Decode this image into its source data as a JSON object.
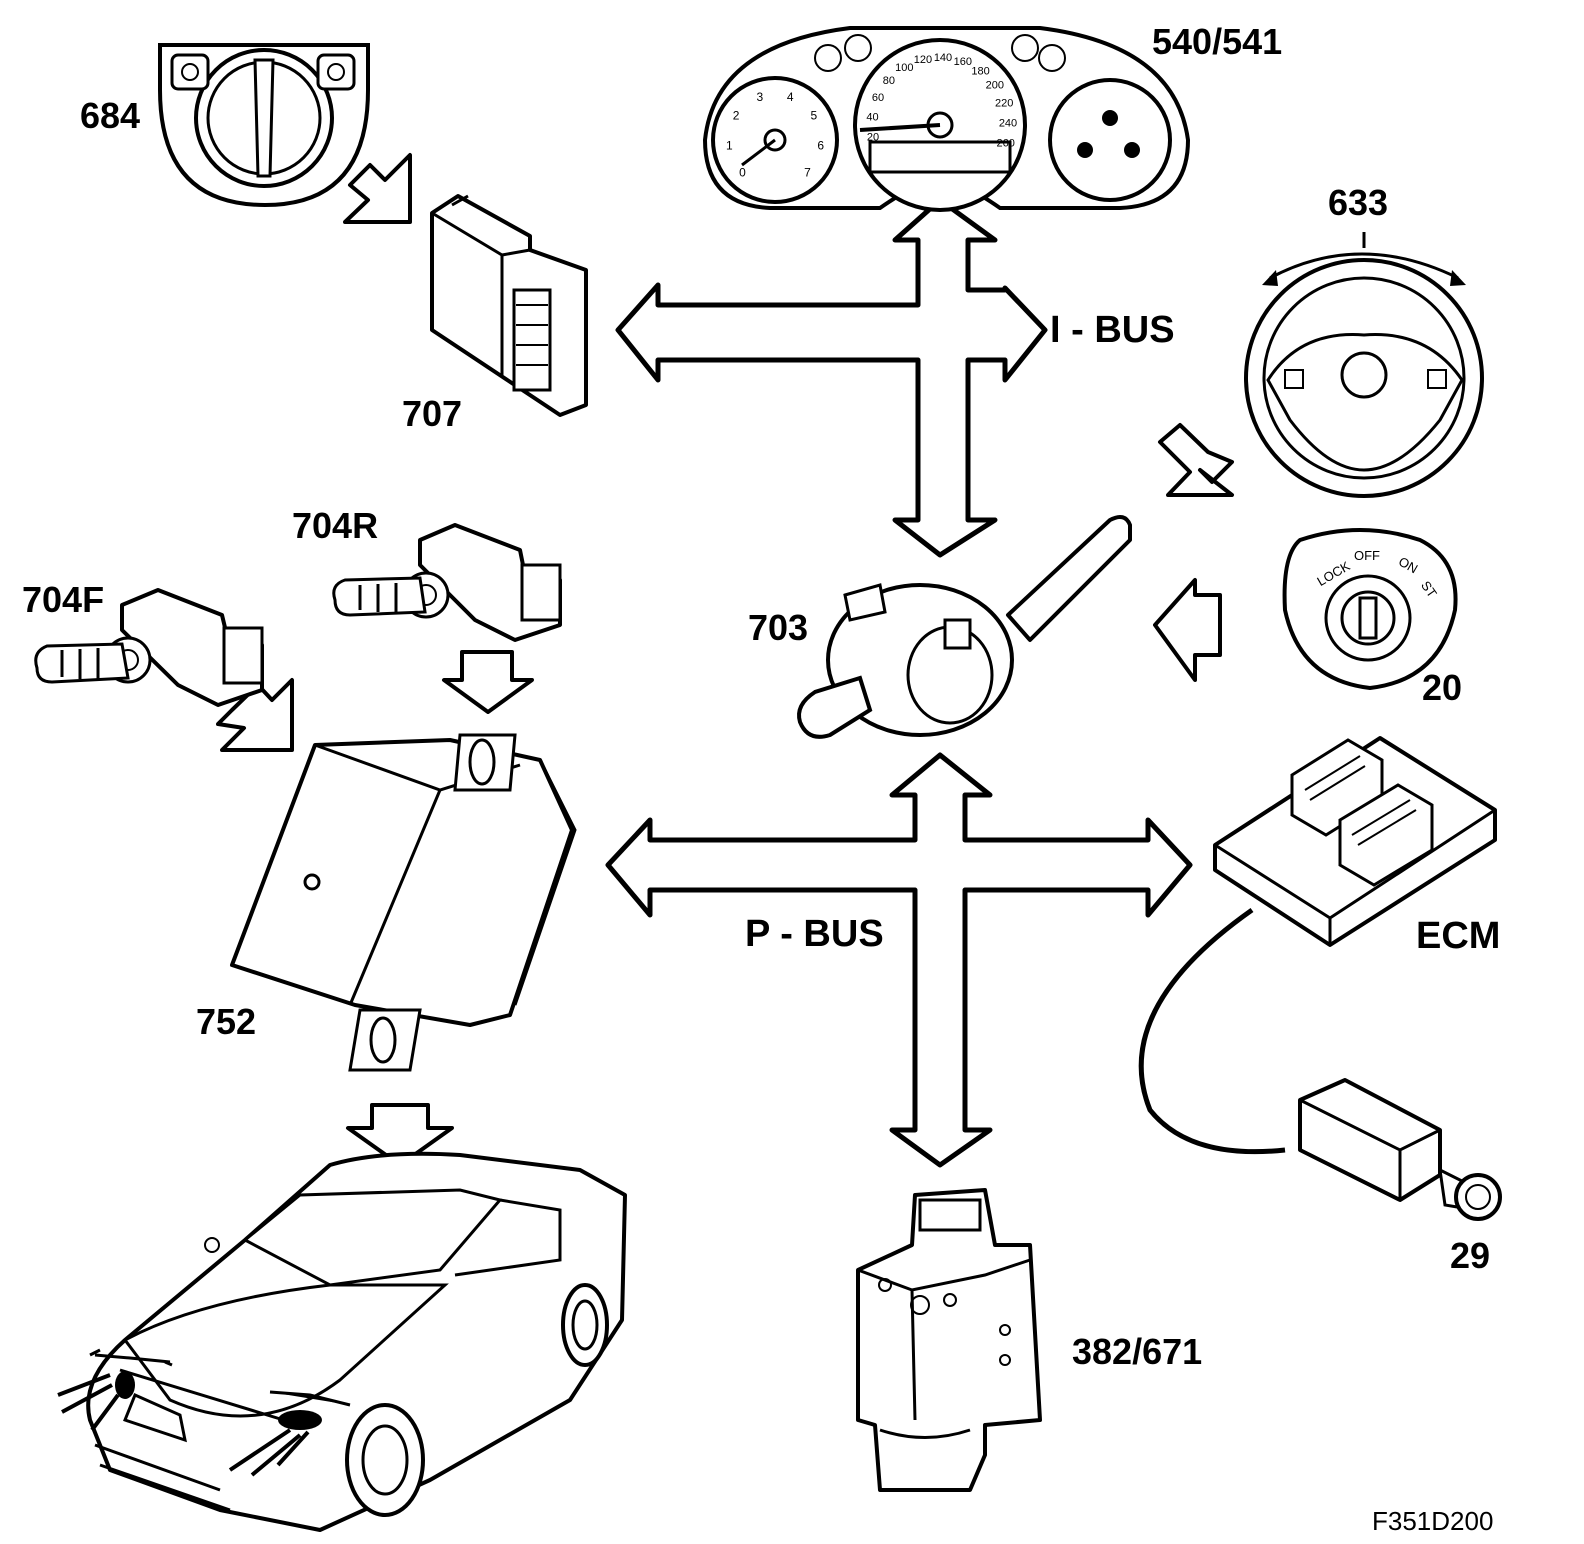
{
  "labels": {
    "light_switch": "684",
    "instrument_cluster": "540/541",
    "steering_wheel": "633",
    "light_control_module": "707",
    "ibus": "I - BUS",
    "rear_level_sensor": "704R",
    "front_level_sensor": "704F",
    "steering_column_module": "703",
    "ignition_switch": "20",
    "ecm": "ECM",
    "headlamp_control_module": "752",
    "pbus": "P - BUS",
    "brake_pedal_switch": "29",
    "abs_esp_unit": "382/671",
    "figure_ref": "F351D200"
  },
  "ignition_positions": {
    "lock": "LOCK",
    "off": "OFF",
    "on": "ON",
    "start": "ST"
  },
  "gauges": {
    "speed_ticks": [
      "20",
      "40",
      "60",
      "80",
      "100",
      "120",
      "140",
      "160",
      "180",
      "200",
      "220",
      "240",
      "260"
    ],
    "rpm_ticks": [
      "0",
      "1",
      "2",
      "3",
      "4",
      "5",
      "6",
      "7"
    ]
  },
  "colors": {
    "line": "#000000",
    "background": "#ffffff"
  }
}
